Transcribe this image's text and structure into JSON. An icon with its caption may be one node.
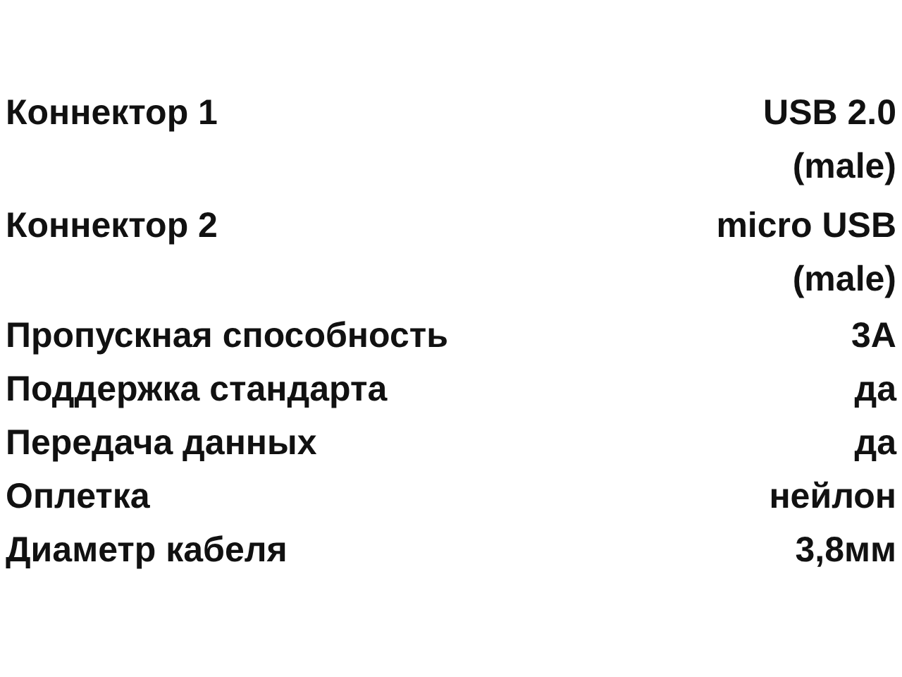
{
  "diagram": {
    "labels": [
      "Коннектор 1",
      "USB 2.0 (male)",
      "Коннектор 2",
      "micro USB (male)",
      "Пропускная способность",
      "3A",
      "Поддержка стандарта",
      "да",
      "Передача данных",
      "да",
      "Оплетка",
      "нейлон",
      "Диаметр кабеля",
      "3,8мм"
    ]
  }
}
